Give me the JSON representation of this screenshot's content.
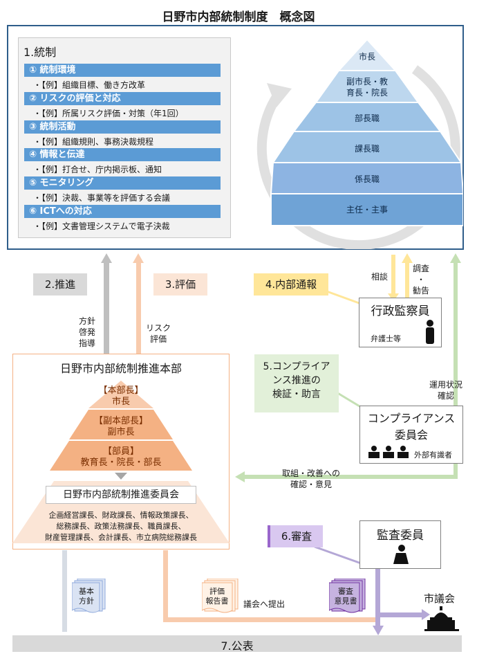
{
  "title": "日野市内部統制制度　概念図",
  "section1": {
    "title": "1.統制",
    "items": [
      {
        "label": "① 統制環境",
        "example": "・【例】組織目標、働き方改革"
      },
      {
        "label": "② リスクの評価と対応",
        "example": "・【例】所属リスク評価・対策（年1回）"
      },
      {
        "label": "③ 統制活動",
        "example": "・【例】組織規則、事務決裁規程"
      },
      {
        "label": "④ 情報と伝達",
        "example": "・【例】打合せ、庁内掲示板、通知"
      },
      {
        "label": "⑤ モニタリング",
        "example": "・【例】決裁、事業等を評価する会議"
      },
      {
        "label": "⑥ ICTへの対応",
        "example": "・【例】文書管理システムで電子決裁"
      }
    ]
  },
  "org_pyramid": [
    "市長",
    "副市長・教",
    "育長・院長",
    "部長職",
    "課長職",
    "係長職",
    "主任・主事"
  ],
  "labels": {
    "promote": "2.推進",
    "evaluate": "3.評価",
    "whistle": "4.内部通報",
    "compliance": "5.コンプライア",
    "compliance2": "ンス推進の",
    "compliance3": "検証・助言",
    "audit": "6.審査",
    "publish": "7.公表"
  },
  "arrow_texts": {
    "policy1": "方針",
    "policy2": "啓発",
    "policy3": "指導",
    "risk1": "リスク",
    "risk2": "評価",
    "consult": "相談",
    "investigate1": "調査",
    "investigate2": "・",
    "investigate3": "勧告",
    "operation1": "運用状況",
    "operation2": "確認",
    "confirm1": "取組・改善への",
    "confirm2": "確認・意見",
    "submit": "議会へ提出"
  },
  "gyosei": {
    "title": "行政監察員",
    "sub": "弁護士等"
  },
  "compliance_committee": {
    "title1": "コンプライアンス",
    "title2": "委員会",
    "sub": "外部有識者"
  },
  "hq": {
    "title": "日野市内部統制推進本部",
    "head_role": "【本部長】",
    "head_name": "市長",
    "vice_role": "【副本部長】",
    "vice_name": "副市長",
    "member_role": "【部員】",
    "member_name": "教育長・院長・部長",
    "committee": "日野市内部統制推進委員会",
    "members": [
      "企画経営課長、財政課長、情報政策課長、",
      "総務課長、政策法務課長、職員課長、",
      "財産管理課長、会計課長、市立病院総務課長"
    ]
  },
  "audit_member": "監査委員",
  "documents": {
    "basic1": "基本",
    "basic2": "方針",
    "report1": "評価",
    "report2": "報告書",
    "opinion1": "審査",
    "opinion2": "意見書"
  },
  "city_council": "市議会",
  "colors": {
    "frame": "#2e5d8a",
    "bar": "#5b9bd5",
    "orange": "#ed7d31",
    "purple": "#9966cc",
    "green": "#a9d18e",
    "yellow": "#ffd966"
  }
}
